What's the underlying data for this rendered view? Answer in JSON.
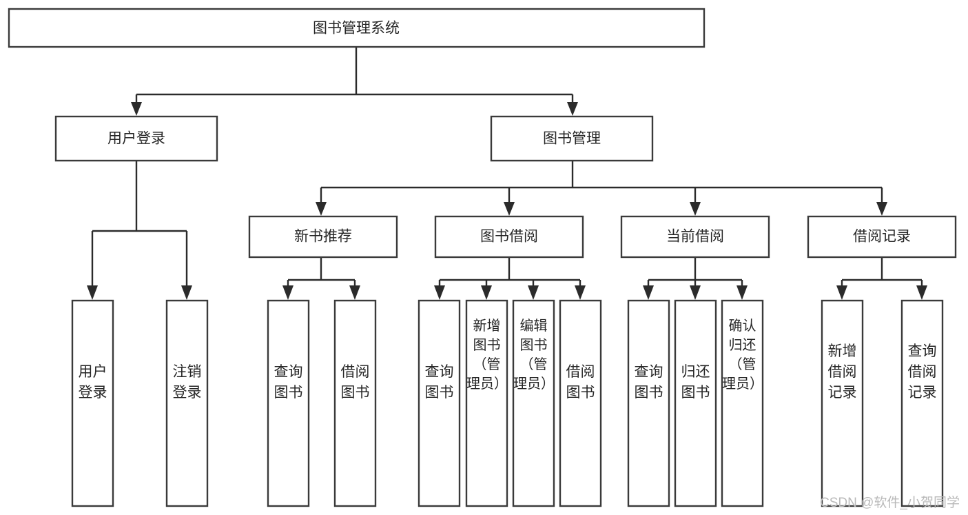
{
  "diagram": {
    "type": "tree-hierarchy-chart",
    "title": "图书管理系统",
    "watermark": "CSDN @软件_小贺同学",
    "colors": {
      "background": "#ffffff",
      "box_stroke": "#3a3a3a",
      "connector": "#2b2b2b",
      "text": "#262626",
      "watermark": "#b9b9b9"
    },
    "root": {
      "id": "root",
      "label": "图书管理系统",
      "orientation": "horizontal"
    },
    "level2": [
      {
        "id": "user-login",
        "label": "用户登录",
        "orientation": "horizontal"
      },
      {
        "id": "book-manage",
        "label": "图书管理",
        "orientation": "horizontal"
      }
    ],
    "level3": [
      {
        "id": "new-book-recommend",
        "label": "新书推荐",
        "parent": "book-manage",
        "orientation": "horizontal"
      },
      {
        "id": "book-borrow",
        "label": "图书借阅",
        "parent": "book-manage",
        "orientation": "horizontal"
      },
      {
        "id": "current-borrow",
        "label": "当前借阅",
        "parent": "book-manage",
        "orientation": "horizontal"
      },
      {
        "id": "borrow-record",
        "label": "借阅记录",
        "parent": "book-manage",
        "orientation": "horizontal"
      }
    ],
    "leaves": [
      {
        "id": "leaf-user-login",
        "label": "用户登录",
        "parent": "user-login",
        "orientation": "vertical"
      },
      {
        "id": "leaf-logout",
        "label": "注销登录",
        "parent": "user-login",
        "orientation": "vertical"
      },
      {
        "id": "leaf-query-book-1",
        "label": "查询图书",
        "parent": "new-book-recommend",
        "orientation": "vertical"
      },
      {
        "id": "leaf-borrow-book-1",
        "label": "借阅图书",
        "parent": "new-book-recommend",
        "orientation": "vertical"
      },
      {
        "id": "leaf-query-book-2",
        "label": "查询图书",
        "parent": "book-borrow",
        "orientation": "vertical"
      },
      {
        "id": "leaf-add-book",
        "label": "新增图书（管理员）",
        "parent": "book-borrow",
        "orientation": "vertical"
      },
      {
        "id": "leaf-edit-book",
        "label": "编辑图书（管理员）",
        "parent": "book-borrow",
        "orientation": "vertical"
      },
      {
        "id": "leaf-borrow-book-2",
        "label": "借阅图书",
        "parent": "book-borrow",
        "orientation": "vertical"
      },
      {
        "id": "leaf-query-book-3",
        "label": "查询图书",
        "parent": "current-borrow",
        "orientation": "vertical"
      },
      {
        "id": "leaf-return-book",
        "label": "归还图书",
        "parent": "current-borrow",
        "orientation": "vertical"
      },
      {
        "id": "leaf-confirm-return",
        "label": "确认归还（管理员）",
        "parent": "current-borrow",
        "orientation": "vertical"
      },
      {
        "id": "leaf-add-record",
        "label": "新增借阅记录",
        "parent": "borrow-record",
        "orientation": "vertical"
      },
      {
        "id": "leaf-query-record",
        "label": "查询借阅记录",
        "parent": "borrow-record",
        "orientation": "vertical"
      }
    ]
  }
}
